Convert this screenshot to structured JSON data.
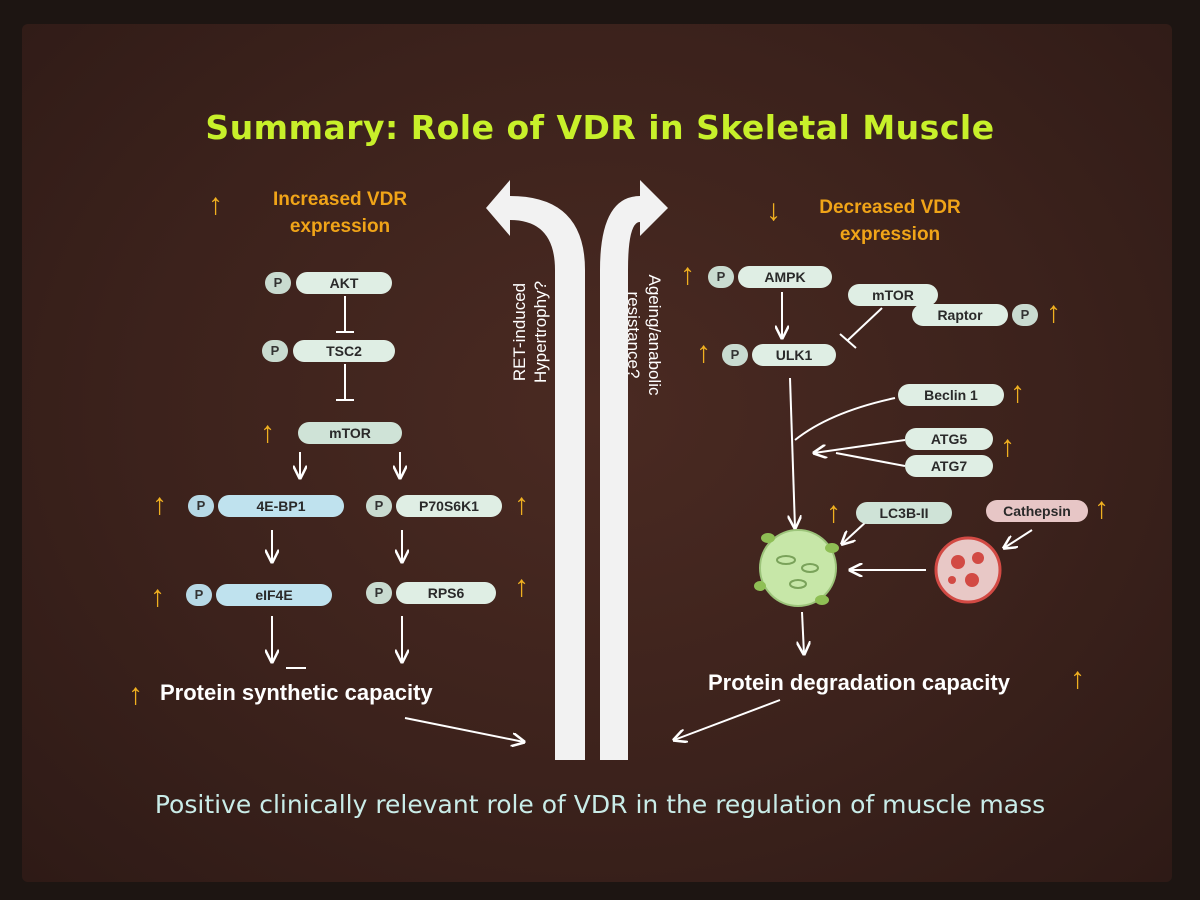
{
  "title": "Summary: Role of VDR in Skeletal Muscle",
  "left_heading": {
    "arrow": "↑",
    "line1": "Increased VDR",
    "line2": "expression"
  },
  "right_heading": {
    "arrow": "↓",
    "line1": "Decreased VDR",
    "line2": "expression"
  },
  "phospho_label": "P",
  "up_arrow": "↑",
  "left_pathway": {
    "akt": "AKT",
    "tsc2": "TSC2",
    "mtor": "mTOR",
    "eb4p1": "4E-BP1",
    "p70s6k1": "P70S6K1",
    "eif4e": "eIF4E",
    "rps6": "RPS6",
    "outcome": "Protein synthetic capacity"
  },
  "right_pathway": {
    "ampk": "AMPK",
    "mtor": "mTOR",
    "raptor": "Raptor",
    "ulk1": "ULK1",
    "beclin1": "Beclin 1",
    "atg5": "ATG5",
    "atg7": "ATG7",
    "lc3b": "LC3B-II",
    "cathepsin": "Cathepsin",
    "outcome": "Protein degradation capacity"
  },
  "center": {
    "left_line1": "RET-induced",
    "left_line2": "Hypertrophy?",
    "right_line1": "Ageing/anabolic",
    "right_line2": "resistance?"
  },
  "bottom_statement": "Positive clinically relevant role of VDR in the regulation of muscle mass",
  "colors": {
    "title": "#c8f02a",
    "heading": "#f0a418",
    "up_arrow": "#f0b020",
    "bottom_text": "#c9ece8",
    "autophagosome": "#c7e7a8",
    "lysosome": "#d24a44"
  }
}
